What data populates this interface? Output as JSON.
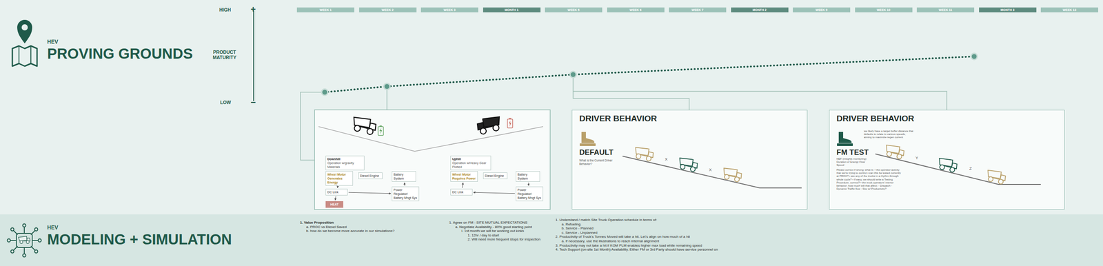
{
  "diagram": {
    "nodes": [
      {
        "text": [
          "WEEK 1"
        ]
      },
      {
        "text": [
          "WEEK 2"
        ]
      },
      {
        "text": [
          "WEEK 3"
        ]
      },
      {
        "text": [
          "MONTH 1"
        ]
      },
      {
        "text": [
          "WEEK 5"
        ]
      },
      {
        "text": [
          "WEEK 6"
        ]
      },
      {
        "text": [
          "WEEK 7"
        ]
      },
      {
        "text": [
          "MONTH 2"
        ]
      },
      {
        "text": [
          "WEEK 9"
        ]
      },
      {
        "text": [
          "WEEK 10"
        ]
      },
      {
        "text": [
          "WEEK 11"
        ]
      },
      {
        "text": [
          "MONTH 3"
        ]
      },
      {
        "text": [
          "WEEK 13"
        ]
      },
      {
        "text": [
          "Downhill",
          "Operation w/gravity Materials"
        ]
      },
      {
        "text": [
          "Wheel Motor Generates Energy"
        ]
      },
      {
        "text": [
          "Diesel Engine"
        ]
      },
      {
        "text": [
          "Battery System"
        ]
      },
      {
        "text": [
          "DC Link"
        ]
      },
      {
        "text": [
          "Power Regulator/ Battery Mngt Sys"
        ]
      },
      {
        "text": [
          "HEAT"
        ]
      },
      {
        "text": [
          "Uphill",
          "Operation w/Heavy Gear Plotted"
        ]
      },
      {
        "text": [
          "Wheel Motor Requires Power"
        ]
      },
      {
        "text": [
          "Diesel Engine"
        ]
      },
      {
        "text": [
          "Battery System"
        ]
      },
      {
        "text": [
          "DC Link"
        ]
      },
      {
        "text": [
          "Power Regulator/ Battery Mngt Sys"
        ]
      },
      {
        "text": [
          "DRIVER BEHAVIOR",
          "DEFAULT",
          "What is the Current Driver Behavior?"
        ]
      },
      {
        "text": [
          "DRIVER BEHAVIOR",
          "FM TEST",
          "we likely have a target buffer distance that defaults to relate to various speeds, aiming to maximize regen current",
          "NEF (insights monitoring) Duration of Energy Flow Speed",
          "Please correct if wrong; what is: • the operator activity that we're trying to control • can this be tested currently at PROC? • are any of the trucks in a rhythm through whole cycle? • If easy, we should write a Testing Procedure, correct? • the truck operators' interior behavior; how much will that affect: ◦ Dispatch ◦ Dynamic Traffic flow ◦ Site w/ Productivity?"
        ]
      }
    ],
    "edges": [
      {
        "from": 14,
        "to": 17,
        "arrow": "to"
      },
      {
        "from": 17,
        "to": 19,
        "arrow": "to"
      },
      {
        "from": 17,
        "to": 18,
        "arrow": "to"
      },
      {
        "from": 18,
        "to": 16,
        "arrow": "to"
      },
      {
        "from": 25,
        "to": 24,
        "arrow": "to"
      },
      {
        "from": 24,
        "to": 21,
        "arrow": "to"
      },
      {
        "from": 23,
        "to": 25,
        "arrow": "to"
      }
    ],
    "labels": [
      "HEV",
      "PROVING GROUNDS",
      "HIGH",
      "+",
      "PRODUCT MATURITY",
      "LOW",
      "−",
      "X",
      "X",
      "Y",
      "Z",
      "HEV",
      "MODELING + SIMULATION",
      "1. Value Proposition",
      "a. PROC vs Diesel Saved",
      "b. how do we become more accurate in our simulations?",
      "1. Agree on FM - SITE MUTUAL EXPECTATIONS",
      "a. Negotiate Availability - 80% good starting point",
      "i. 1st month we will be working out kinks",
      "1. 12hr / day to start",
      "2. Will need more frequent stops for inspection",
      "1. Understand / match Site Truck Operation schedule in terms of:",
      "a. Refueling",
      "b. Service - Planned",
      "c. Service - Unplanned",
      "2. Productivity of Truck's Tonnes Moved will take a hit. Let's align on how much of a hit",
      "a. If necessary, use the illustrations to reach internal alignment",
      "3. Productivity may not take a hit if KOM PLM enables higher max load while remaining speed",
      "4. Tech Support (on-site 1st Month) Availability. Either FM or 3rd Party should have service personnel on"
    ]
  }
}
